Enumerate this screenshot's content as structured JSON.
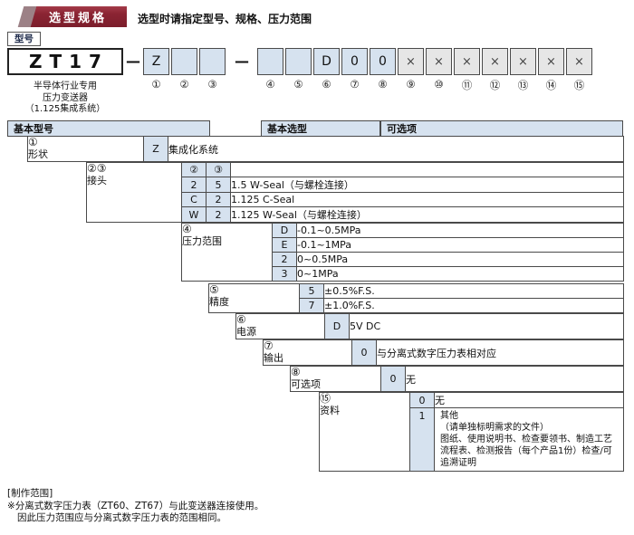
{
  "page": {
    "badge": "选型规格",
    "subtitle": "选型时请指定型号、规格、压力范围"
  },
  "model_code": {
    "label": "型号",
    "series": "ZT17",
    "separator": "—",
    "boxes": [
      {
        "pos": "①",
        "value": "Z"
      },
      {
        "pos": "②",
        "value": ""
      },
      {
        "pos": "③",
        "value": ""
      },
      {
        "pos": "④",
        "value": ""
      },
      {
        "pos": "⑤",
        "value": ""
      },
      {
        "pos": "⑥",
        "value": "D"
      },
      {
        "pos": "⑦",
        "value": "0"
      },
      {
        "pos": "⑧",
        "value": "0"
      },
      {
        "pos": "⑨",
        "value": "×"
      },
      {
        "pos": "⑩",
        "value": "×"
      },
      {
        "pos": "⑪",
        "value": "×"
      },
      {
        "pos": "⑫",
        "value": "×"
      },
      {
        "pos": "⑬",
        "value": "×"
      },
      {
        "pos": "⑭",
        "value": "×"
      },
      {
        "pos": "⑮",
        "value": "×"
      }
    ],
    "product_lines": [
      "半导体行业专用",
      "压力变送器",
      "（1.125集成系统）"
    ]
  },
  "table": {
    "col_basic_model": "基本型号",
    "col_basic_selection": "基本选型",
    "col_options": "可选项",
    "groups": [
      {
        "number": "①",
        "label": "形状",
        "rows": [
          {
            "c1": "Z",
            "desc": "集成化系统"
          }
        ]
      },
      {
        "number": "②③",
        "label": "接头",
        "header": {
          "c1": "②",
          "c2": "③"
        },
        "rows": [
          {
            "c1": "2",
            "c2": "5",
            "desc": "1.5 W-Seal（与螺栓连接）"
          },
          {
            "c1": "C",
            "c2": "2",
            "desc": "1.125 C-Seal"
          },
          {
            "c1": "W",
            "c2": "2",
            "desc": "1.125 W-Seal（与螺栓连接）"
          }
        ]
      },
      {
        "number": "④",
        "label": "压力范围",
        "rows": [
          {
            "c1": "D",
            "desc": "-0.1~0.5MPa"
          },
          {
            "c1": "E",
            "desc": "-0.1~1MPa"
          },
          {
            "c1": "2",
            "desc": "0~0.5MPa"
          },
          {
            "c1": "3",
            "desc": "0~1MPa"
          }
        ]
      },
      {
        "number": "⑤",
        "label": "精度",
        "rows": [
          {
            "c1": "5",
            "desc": "±0.5%F.S."
          },
          {
            "c1": "7",
            "desc": "±1.0%F.S."
          }
        ]
      },
      {
        "number": "⑥",
        "label": "电源",
        "rows": [
          {
            "c1": "D",
            "desc": "5V DC"
          }
        ]
      },
      {
        "number": "⑦",
        "label": "输出",
        "rows": [
          {
            "c1": "0",
            "desc": "与分离式数字压力表相对应"
          }
        ]
      },
      {
        "number": "⑧",
        "label": "可选项",
        "rows": [
          {
            "c1": "0",
            "desc": "无"
          }
        ]
      },
      {
        "number": "⑮",
        "label": "资料",
        "rows": [
          {
            "c1": "0",
            "desc": "无"
          },
          {
            "c1": "1",
            "desc": "其他\n（请单独标明需求的文件）\n图纸、使用说明书、检查要领书、制造工艺\n流程表、检测报告（每个产品1份）检查/可\n追溯证明"
          }
        ]
      }
    ]
  },
  "notes": {
    "title": "[制作范围]",
    "line1": "※分离式数字压力表（ZT60、ZT67）与此变送器连接使用。",
    "line2": "因此压力范围应与分离式数字压力表的范围相同。"
  }
}
